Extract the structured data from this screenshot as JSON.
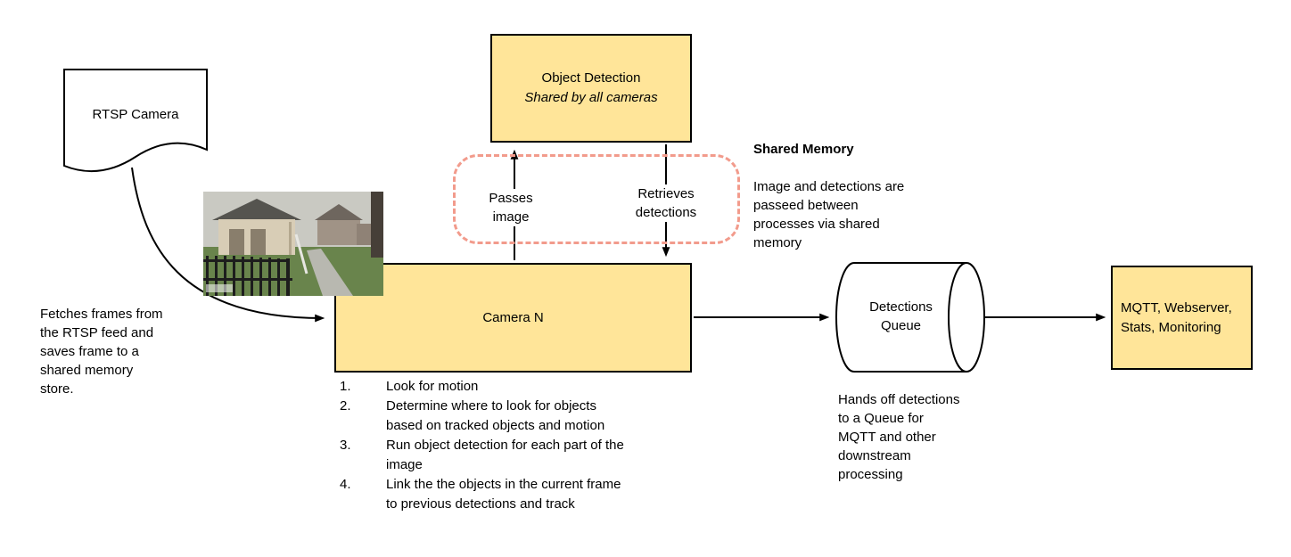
{
  "diagram": {
    "nodes": {
      "rtsp_camera": {
        "label": "RTSP Camera"
      },
      "object_detection": {
        "title": "Object Detection",
        "subtitle": "Shared by all cameras"
      },
      "camera_n": {
        "label": "Camera N"
      },
      "detections_queue": {
        "label": "Detections\nQueue"
      },
      "outputs": {
        "label": "MQTT, Webserver,\nStats, Monitoring"
      }
    },
    "edge_labels": {
      "passes_image": "Passes\nimage",
      "retrieves_detections": "Retrieves\ndetections"
    },
    "notes": {
      "shared_memory_title": "Shared Memory",
      "shared_memory_body": "Image and detections are\npasseed between\nprocesses via shared\nmemory",
      "fetch_note": "Fetches frames from\nthe RTSP feed and\nsaves frame to a\nshared memory\nstore.",
      "queue_note": "Hands off detections\nto a Queue for\nMQTT and other\ndownstream\nprocessing",
      "camera_steps": [
        "Look for motion",
        "Determine where to look for objects\nbased on tracked objects and motion",
        "Run object detection for each part of the\nimage",
        "Link the the objects in the current frame\nto previous detections and track"
      ]
    },
    "colors": {
      "node_fill": "#FFE599",
      "node_border": "#000000",
      "shared_memory_outline": "#F29B8C",
      "connector": "#000000"
    }
  }
}
